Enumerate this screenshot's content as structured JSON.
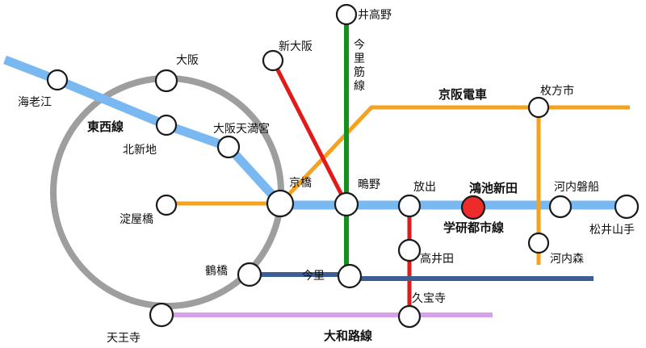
{
  "colors": {
    "loop": "#9e9e9e",
    "tozai": "#7ab8f2",
    "keihan": "#f5a21f",
    "imazatosuji": "#14901e",
    "osaka_higashi": "#e21a1a",
    "nagahori": "#3b5f93",
    "yamatoji": "#d9a0ea"
  },
  "line_labels": {
    "tozai": "東西線",
    "keihan": "京阪電車",
    "gakkentoshi": "学研都市線",
    "yamatoji": "大和路線",
    "imazatosuji": "今里筋線"
  },
  "stations": {
    "ebie": "海老江",
    "osaka": "大阪",
    "kitashinchi": "北新地",
    "osakatenmangu": "大阪天満宮",
    "yodoyabashi": "淀屋橋",
    "tsuruhashi": "鶴橋",
    "tennoji": "天王寺",
    "kyobashi": "京橋",
    "shinosaka": "新大阪",
    "itakano": "井高野",
    "shigino": "鴫野",
    "hanaten": "放出",
    "konoikeshinden": "鴻池新田",
    "kawachiiwafune": "河内磐船",
    "matsuiyamate": "松井山手",
    "hirakatashi": "枚方市",
    "kawachimori": "河内森",
    "takaida": "高井田",
    "imazato": "今里",
    "kyuhoji": "久宝寺"
  }
}
